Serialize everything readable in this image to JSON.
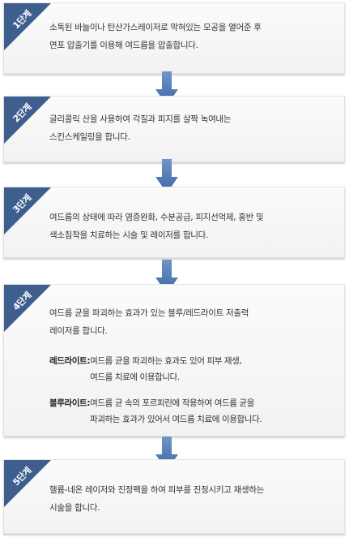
{
  "steps": [
    {
      "badge": "1단계",
      "lines": [
        "소독된 바늘이나 탄산가스레이저로 막혀있는 모공을 열어준 후",
        "면포 압출기를 이용해 여드름을 압출합니다."
      ]
    },
    {
      "badge": "2단계",
      "lines": [
        "글리콜릭 산을 사용하여 각질과 피지를 살짝 녹여내는",
        "스킨스케일링을 합니다."
      ]
    },
    {
      "badge": "3단계",
      "lines": [
        "여드름의 상태에 따라 염증완화, 수분공급, 피지선억제, 홍반 및",
        "색소침착을 치료하는 시술 및 레이저를 합니다."
      ]
    },
    {
      "badge": "4단계",
      "lines": [
        "여드름 균을 파괴하는 효과가 있는 블루/레드라이트 저출력",
        "레이저를 합니다."
      ],
      "details": [
        {
          "term": "레드라이트",
          "sep": ": ",
          "lines": [
            "여드름 균을 파괴하는 효과도 있어 피부 재생,",
            "여드름 치료에 이용합니다."
          ]
        },
        {
          "term": "블루라이트",
          "sep": ": ",
          "lines": [
            "여드름 균 속의 포르피린에 작용하여 여드름 균을",
            "파괴하는 효과가 있어서 여드름 치료에 이용합니다."
          ]
        }
      ]
    },
    {
      "badge": "5단계",
      "lines": [
        "헬륨-네온 레이저와 진정팩을 하여 피부를 진정시키고 재생하는",
        "시술을 합니다."
      ]
    }
  ],
  "colors": {
    "badge": "#3e5f8e",
    "arrow": "#4c78b4"
  }
}
